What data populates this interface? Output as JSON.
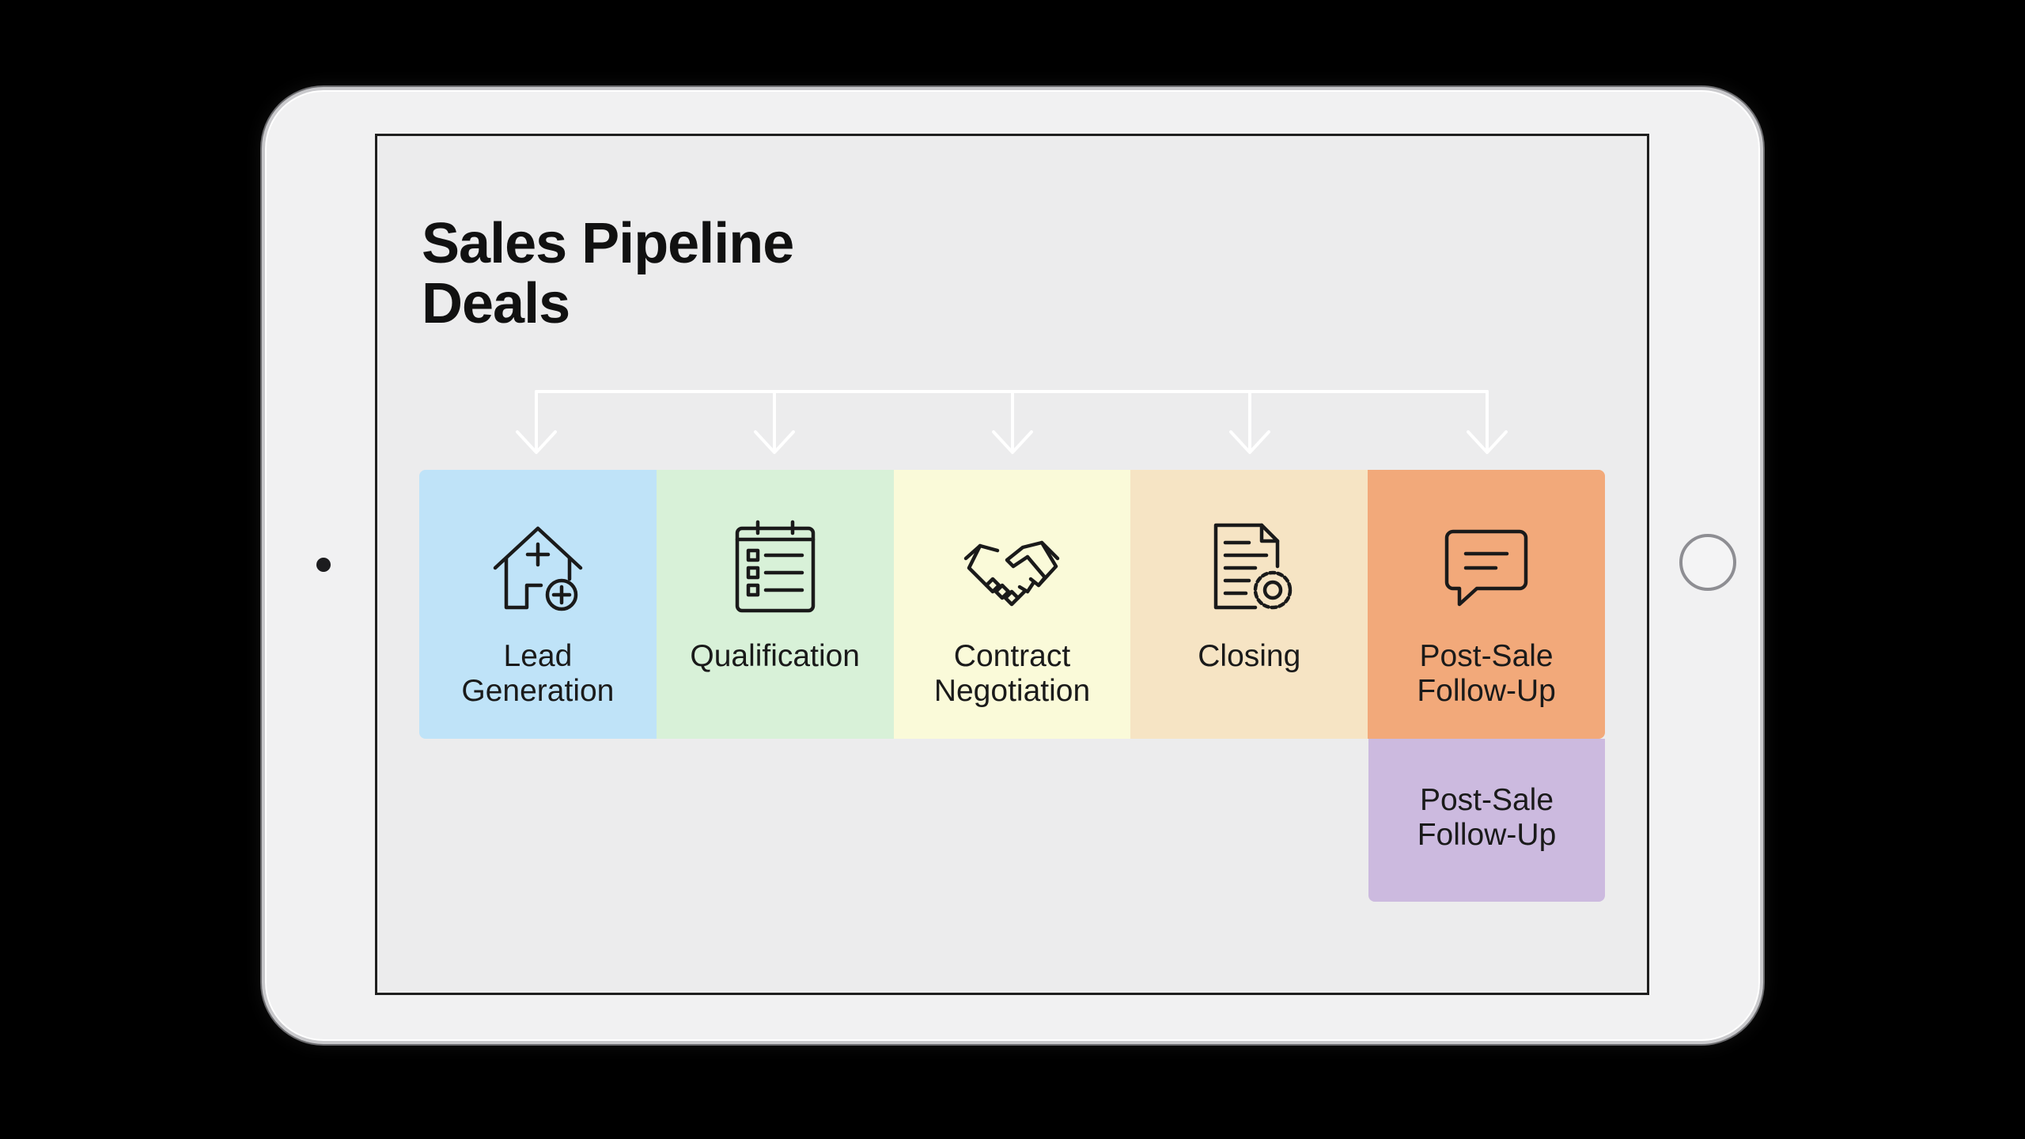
{
  "title": {
    "line1": "Sales Pipeline",
    "line2": "Deals"
  },
  "stages": [
    {
      "line1": "Lead",
      "line2": "Generation",
      "icon": "house-plus-icon",
      "color": "#bfe3f8"
    },
    {
      "line1": "Qualification",
      "line2": "",
      "icon": "checklist-icon",
      "color": "#d8f1d8"
    },
    {
      "line1": "Contract",
      "line2": "Negotiation",
      "icon": "handshake-icon",
      "color": "#fafad9"
    },
    {
      "line1": "Closing",
      "line2": "",
      "icon": "document-seal-icon",
      "color": "#f6e4c4"
    },
    {
      "line1": "Post-Sale",
      "line2": "Follow-Up",
      "icon": "chat-bubble-icon",
      "color": "#f2a97a"
    }
  ],
  "extra_stage": {
    "line1": "Post-Sale",
    "line2": "Follow-Up",
    "color": "#ccbadf"
  }
}
